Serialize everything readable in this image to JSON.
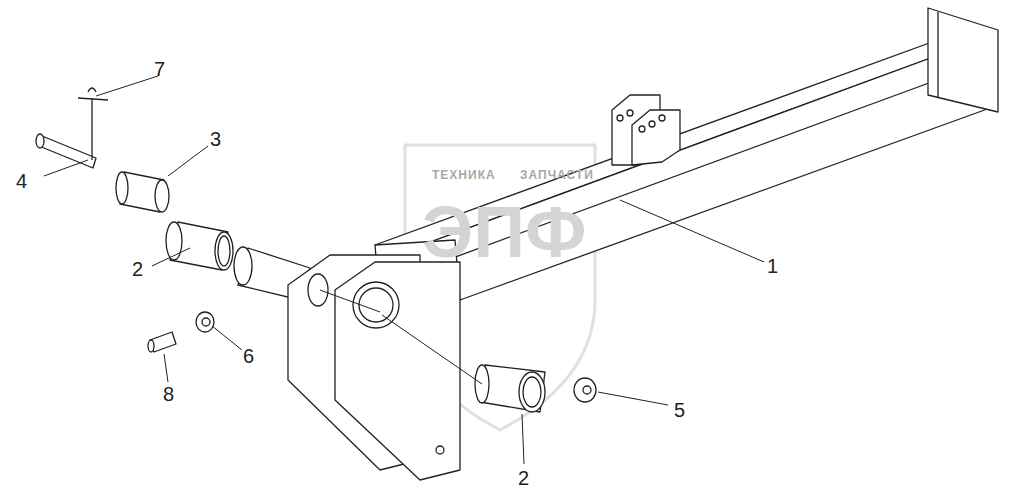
{
  "diagram": {
    "labels": [
      "7",
      "3",
      "4",
      "2",
      "1",
      "6",
      "8",
      "5",
      "2",
      "ТЕХНИКА",
      "ЗАПЧАСТИ",
      "ЭПФ"
    ]
  }
}
